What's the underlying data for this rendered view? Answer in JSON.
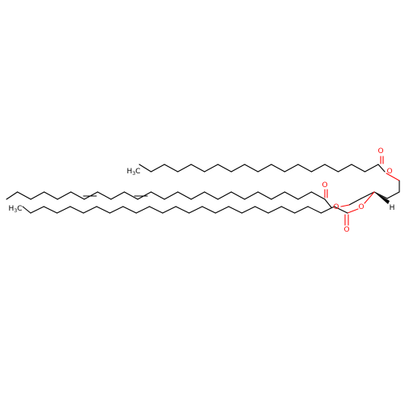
{
  "atom_labels": {
    "o_carbonyl_top": "O",
    "o_ester_top": "O",
    "o_carbonyl_mid": "O",
    "o_ester_mid": "O",
    "o_carbonyl_bot": "O",
    "o_ester_bot": "O",
    "hydrogen": "H",
    "methyl_top_c": "H",
    "methyl_top_sub": "3",
    "methyl_top_end": "C",
    "methyl_bot_c": "H",
    "methyl_bot_sub": "3",
    "methyl_bot_end": "C"
  },
  "colors": {
    "bond": "#000000",
    "oxygen": "#ff0d0d",
    "carbon": "#000000"
  }
}
